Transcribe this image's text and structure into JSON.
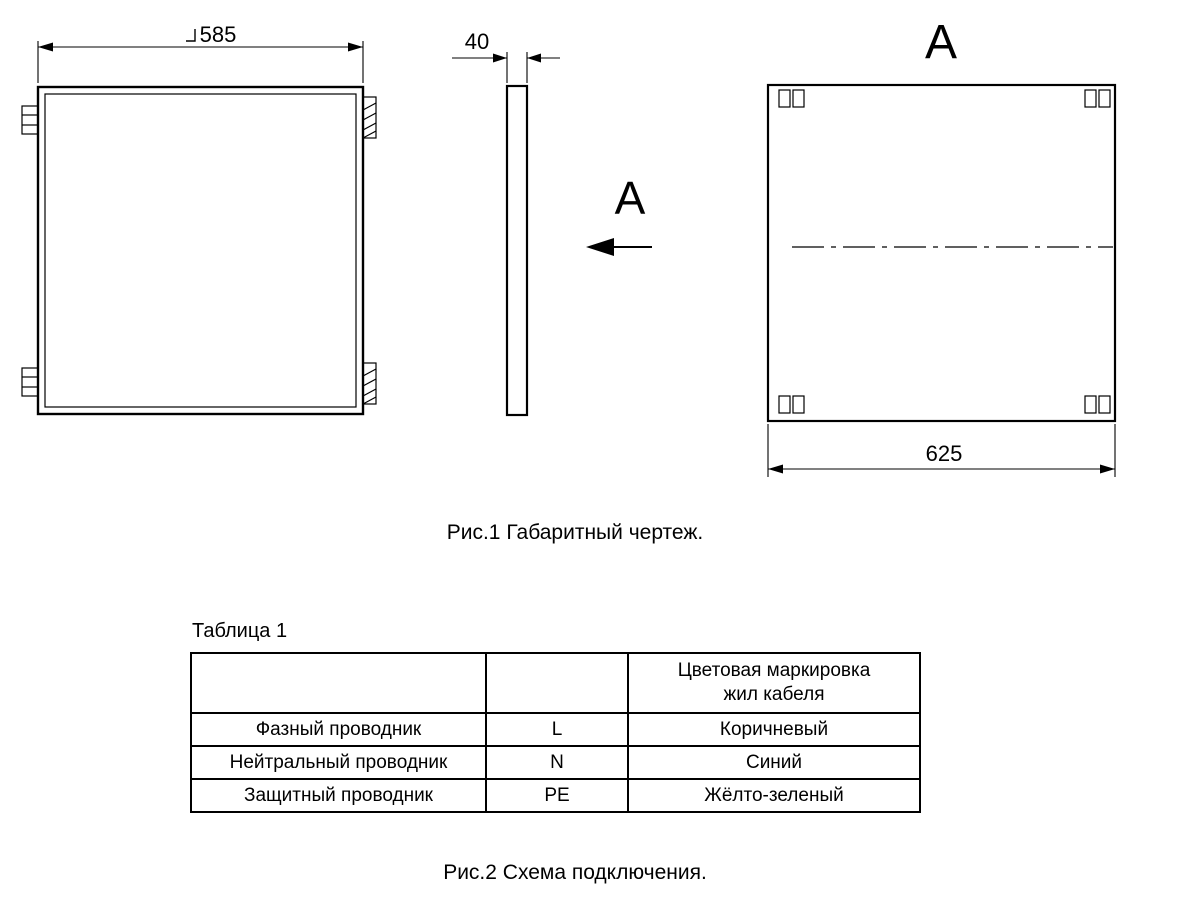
{
  "figure1": {
    "caption": "Рис.1 Габаритный чертеж.",
    "front_view": {
      "width_dim": "585"
    },
    "side_view": {
      "thickness_dim": "40"
    },
    "section_marker": {
      "label": "A"
    },
    "view_a": {
      "label": "A",
      "width_dim": "625"
    }
  },
  "table1": {
    "title": "Таблица 1",
    "headers": {
      "col1": "",
      "col2": "",
      "col3_line1": "Цветовая маркировка",
      "col3_line2": "жил кабеля"
    },
    "rows": [
      {
        "name": "Фазный проводник",
        "symbol": "L",
        "color": "Коричневый"
      },
      {
        "name": "Нейтральный проводник",
        "symbol": "N",
        "color": "Синий"
      },
      {
        "name": "Защитный проводник",
        "symbol": "PE",
        "color": "Жёлто-зеленый"
      }
    ]
  },
  "figure2": {
    "caption": "Рис.2 Схема подключения."
  },
  "colors": {
    "line": "#000000",
    "background": "#ffffff"
  }
}
